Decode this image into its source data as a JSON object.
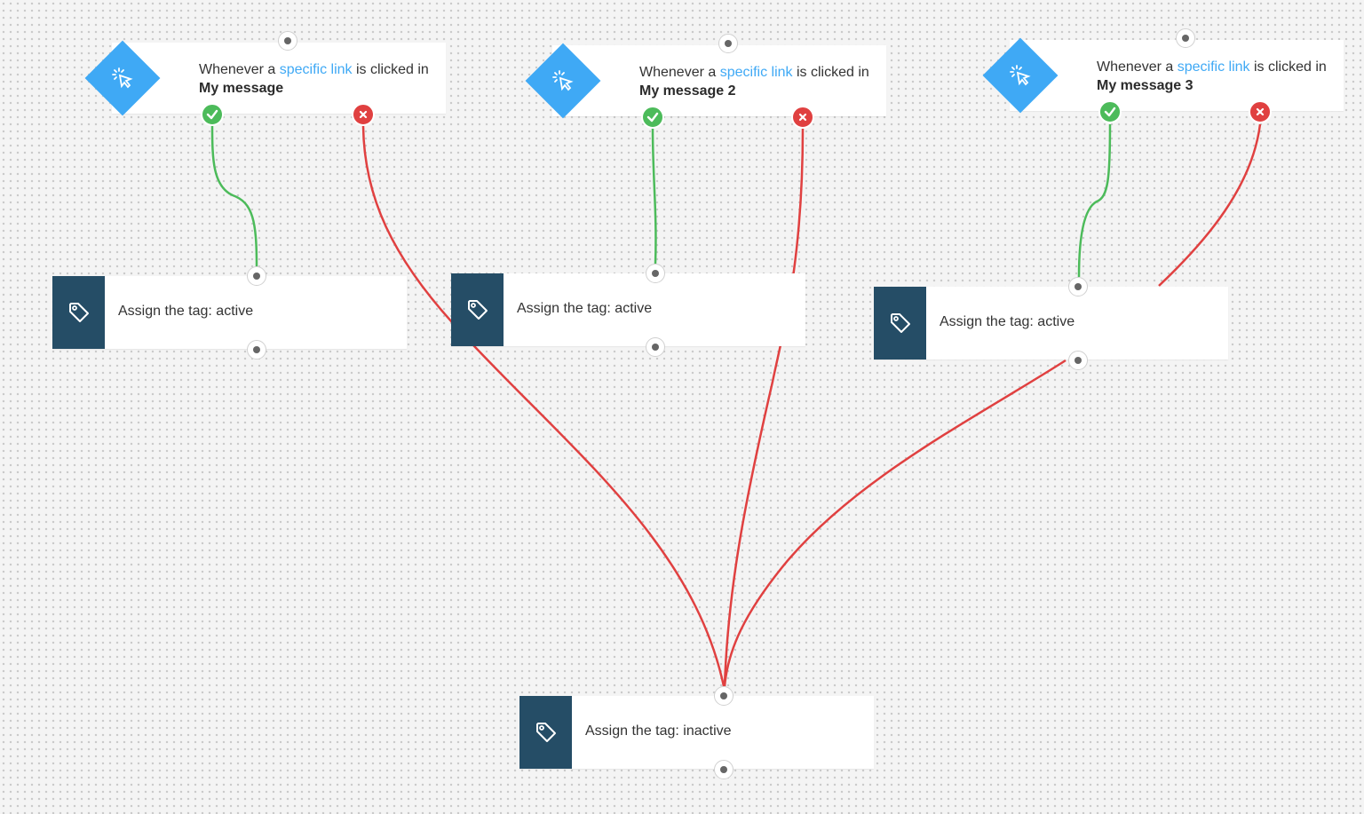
{
  "triggers": [
    {
      "prefix": "Whenever a ",
      "link": "specific link",
      "suffix": " is clicked in",
      "message": "My message"
    },
    {
      "prefix": "Whenever a ",
      "link": "specific link",
      "suffix": " is clicked in",
      "message": "My message 2"
    },
    {
      "prefix": "Whenever a ",
      "link": "specific link",
      "suffix": " is clicked in",
      "message": "My message 3"
    }
  ],
  "actions": [
    {
      "label": "Assign the tag: active"
    },
    {
      "label": "Assign the tag: active"
    },
    {
      "label": "Assign the tag: active"
    },
    {
      "label": "Assign the tag: inactive"
    }
  ],
  "colors": {
    "canvas": "#f4f4f4",
    "trigger_accent": "#3fa9f5",
    "action_icon_bg": "#254d66",
    "yes_branch": "#4cbb5a",
    "no_branch": "#e04040"
  },
  "icons": {
    "trigger": "cursor-click-icon",
    "action": "tag-icon",
    "yes": "check-icon",
    "no": "x-icon"
  }
}
